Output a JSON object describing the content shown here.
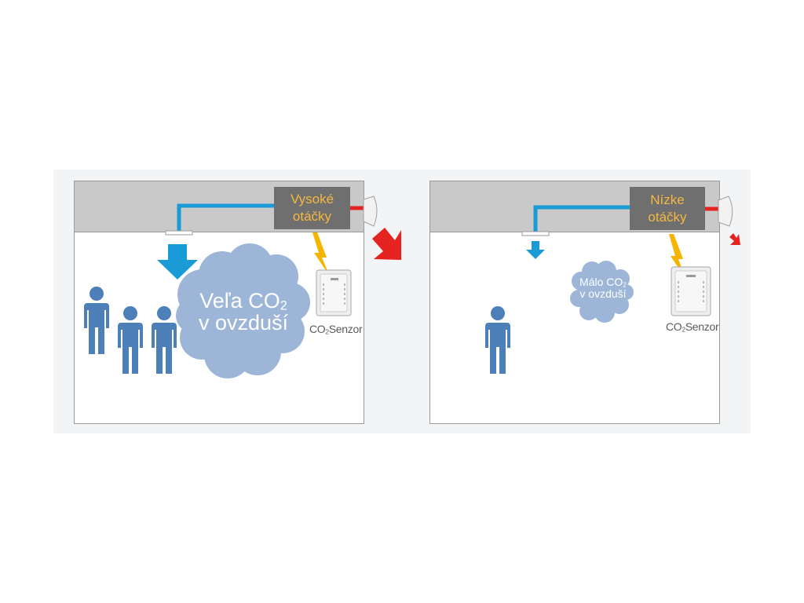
{
  "panels": [
    {
      "id": "high",
      "unit_label_line1": "Vysoké",
      "unit_label_line2": "otáčky",
      "cloud_line1_prefix": "Veľa CO",
      "cloud_sub": "2",
      "cloud_line2": "v ovzduší",
      "sensor_prefix": "CO",
      "sensor_sub": "2",
      "sensor_suffix": "Senzor",
      "people_count": 3
    },
    {
      "id": "low",
      "unit_label_line1": "Nízke",
      "unit_label_line2": "otáčky",
      "cloud_line1_prefix": "Málo CO",
      "cloud_sub": "2",
      "cloud_line2": "v ovzduší",
      "sensor_prefix": "CO",
      "sensor_sub": "2",
      "sensor_suffix": "Senzor",
      "people_count": 1
    }
  ],
  "colors": {
    "duct": "#c9c9c9",
    "unit": "#6f6f6f",
    "unit_text": "#f5b841",
    "pipe_blue": "#1a9ad6",
    "pipe_red": "#e52321",
    "person": "#4d7fb8",
    "cloud": "#9db6d8",
    "lightning": "#f5b400",
    "exhaust_arrow": "#e52321"
  }
}
